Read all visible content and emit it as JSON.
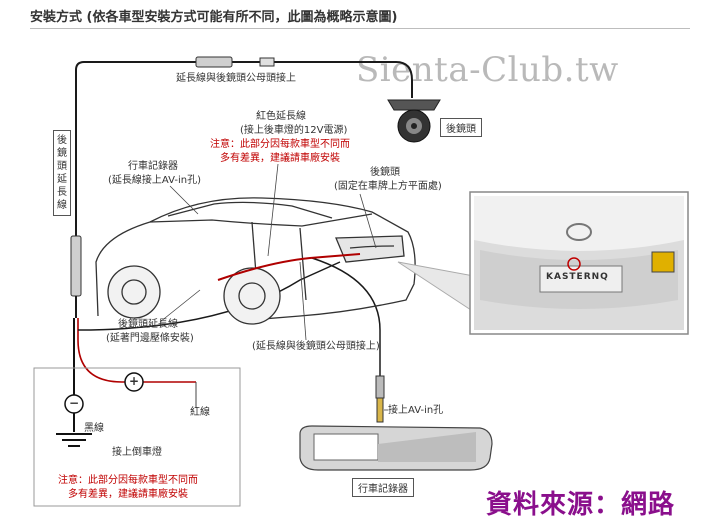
{
  "title": "安裝方式 (依各車型安裝方式可能有所不同，此圖為概略示意圖)",
  "watermark": "Sienta-Club.tw",
  "labels": {
    "ext_top": "延長線與後鏡頭公母頭接上",
    "rear_cam_tag": "後鏡頭",
    "red_ext_title": "紅色延長線",
    "red_ext_sub": "(接上後車燈的12V電源)",
    "red_ext_note1": "注意：此部分因每款車型不同而",
    "red_ext_note2": "多有差異，建議請車廠安裝",
    "recorder_title": "行車記錄器",
    "recorder_sub": "(延長線接上AV-in孔)",
    "cam_fix_title": "後鏡頭",
    "cam_fix_sub": "(固定在車牌上方平面處)",
    "vertical_tag": "後鏡頭延長線",
    "cam_ext_title": "後鏡頭延長線",
    "cam_ext_sub": "(延著門邊壓條安裝)",
    "ext_bottom": "(延長線與後鏡頭公母頭接上)",
    "plus": "+",
    "minus": "−",
    "red_wire": "紅線",
    "black_wire": "黑線",
    "reverse_light": "接上倒車燈",
    "reverse_note1": "注意：此部分因每款車型不同而",
    "reverse_note2": "多有差異，建議請車廠安裝",
    "av_in": "接上AV-in孔",
    "recorder_tag": "行車記錄器",
    "plate": "KASTERNQ"
  },
  "source": "資料來源：網路"
}
